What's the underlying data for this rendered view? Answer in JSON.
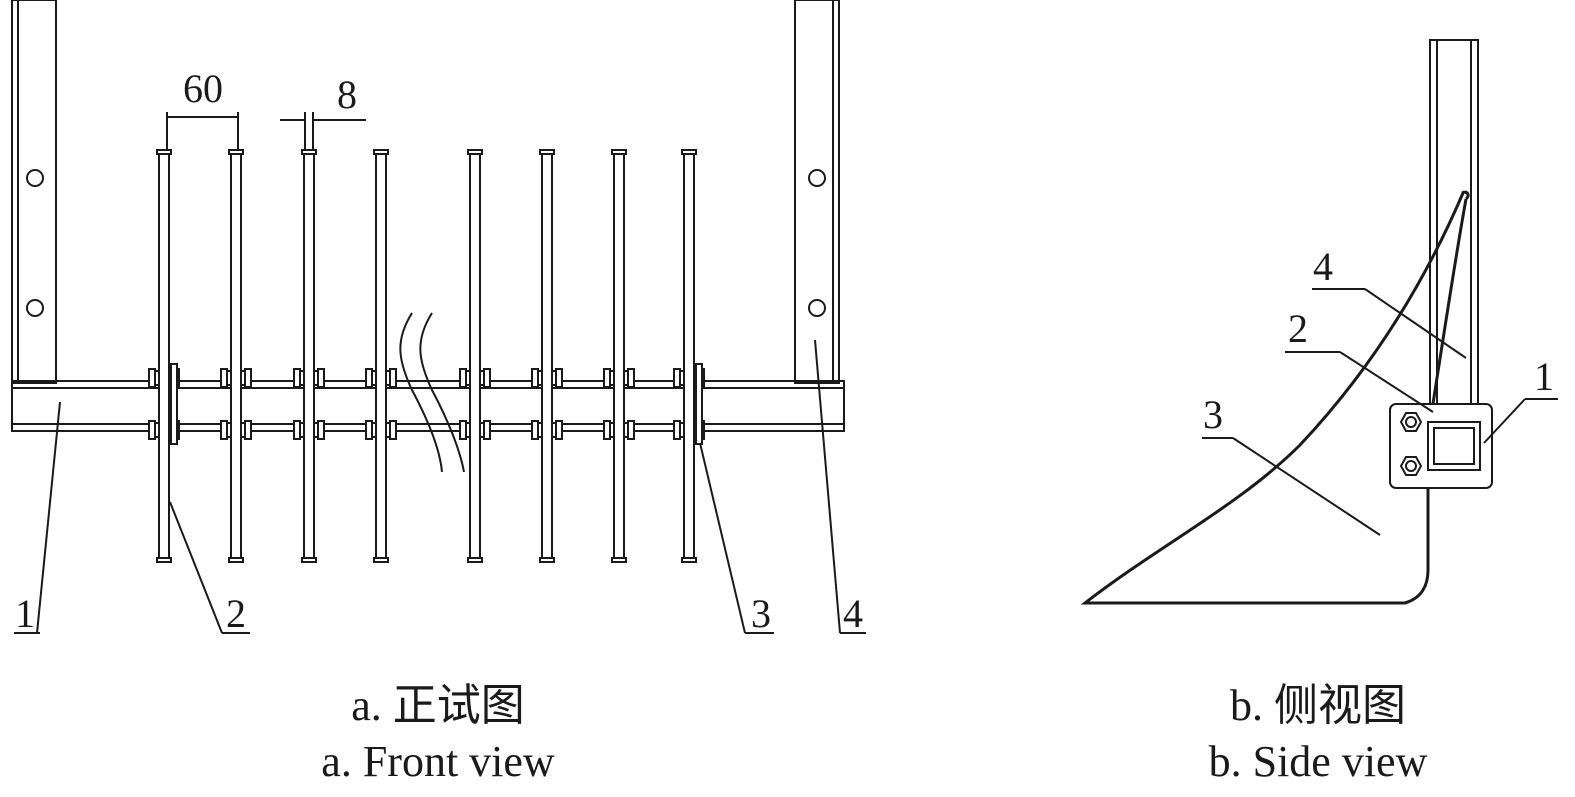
{
  "front_view": {
    "dim_spacing": "60",
    "dim_thickness": "8",
    "callouts": [
      "1",
      "2",
      "3",
      "4"
    ],
    "caption_cn": "a. 正试图",
    "caption_en": "a. Front view"
  },
  "side_view": {
    "callouts": [
      "4",
      "2",
      "1",
      "3"
    ],
    "caption_cn": "b. 侧视图",
    "caption_en": "b. Side view"
  }
}
